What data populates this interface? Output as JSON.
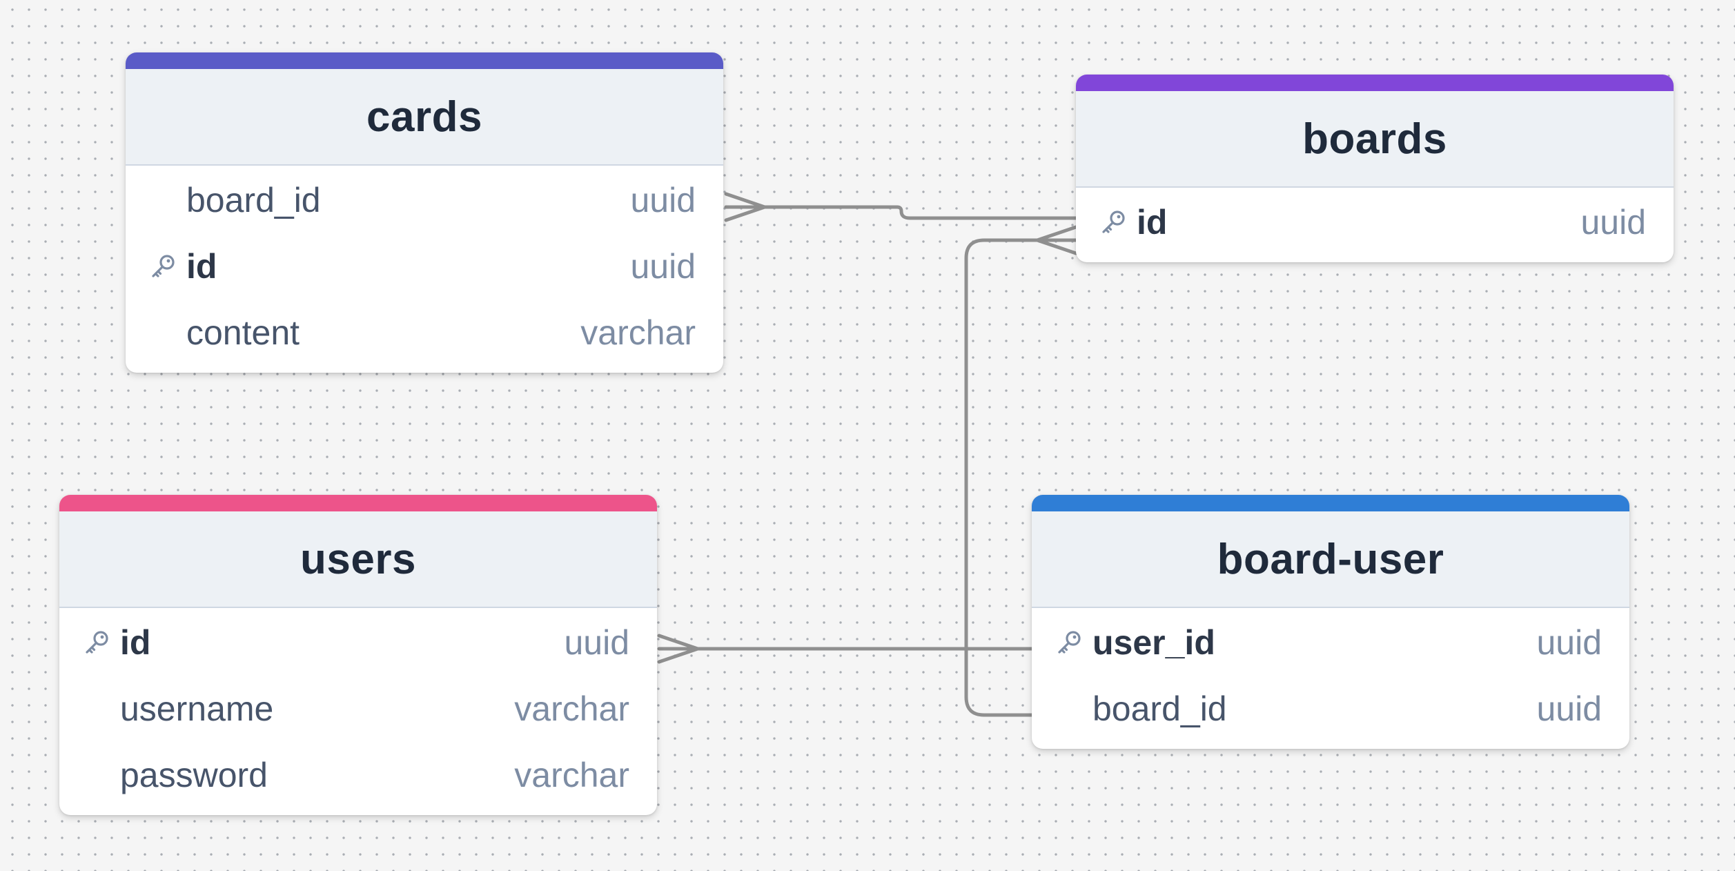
{
  "diagram": {
    "connector_color": "#8f8f8f",
    "key_icon": "key-icon",
    "entities": [
      {
        "id": "cards",
        "title": "cards",
        "accent_color": "#5a5bc7",
        "fields": [
          {
            "name": "board_id",
            "type": "uuid",
            "primary_key": false
          },
          {
            "name": "id",
            "type": "uuid",
            "primary_key": true
          },
          {
            "name": "content",
            "type": "varchar",
            "primary_key": false
          }
        ]
      },
      {
        "id": "boards",
        "title": "boards",
        "accent_color": "#8146d9",
        "fields": [
          {
            "name": "id",
            "type": "uuid",
            "primary_key": true
          }
        ]
      },
      {
        "id": "users",
        "title": "users",
        "accent_color": "#ed548a",
        "fields": [
          {
            "name": "id",
            "type": "uuid",
            "primary_key": true
          },
          {
            "name": "username",
            "type": "varchar",
            "primary_key": false
          },
          {
            "name": "password",
            "type": "varchar",
            "primary_key": false
          }
        ]
      },
      {
        "id": "board-user",
        "title": "board-user",
        "accent_color": "#2f7ed6",
        "fields": [
          {
            "name": "user_id",
            "type": "uuid",
            "primary_key": true
          },
          {
            "name": "board_id",
            "type": "uuid",
            "primary_key": false
          }
        ]
      }
    ],
    "relations": [
      {
        "from_entity": "cards",
        "from_field": "board_id",
        "to_entity": "boards",
        "to_field": "id",
        "many_end": "cards"
      },
      {
        "from_entity": "board-user",
        "from_field": "board_id",
        "to_entity": "boards",
        "to_field": "id",
        "many_end": "boards"
      },
      {
        "from_entity": "board-user",
        "from_field": "user_id",
        "to_entity": "users",
        "to_field": "id",
        "many_end": "users"
      }
    ]
  }
}
